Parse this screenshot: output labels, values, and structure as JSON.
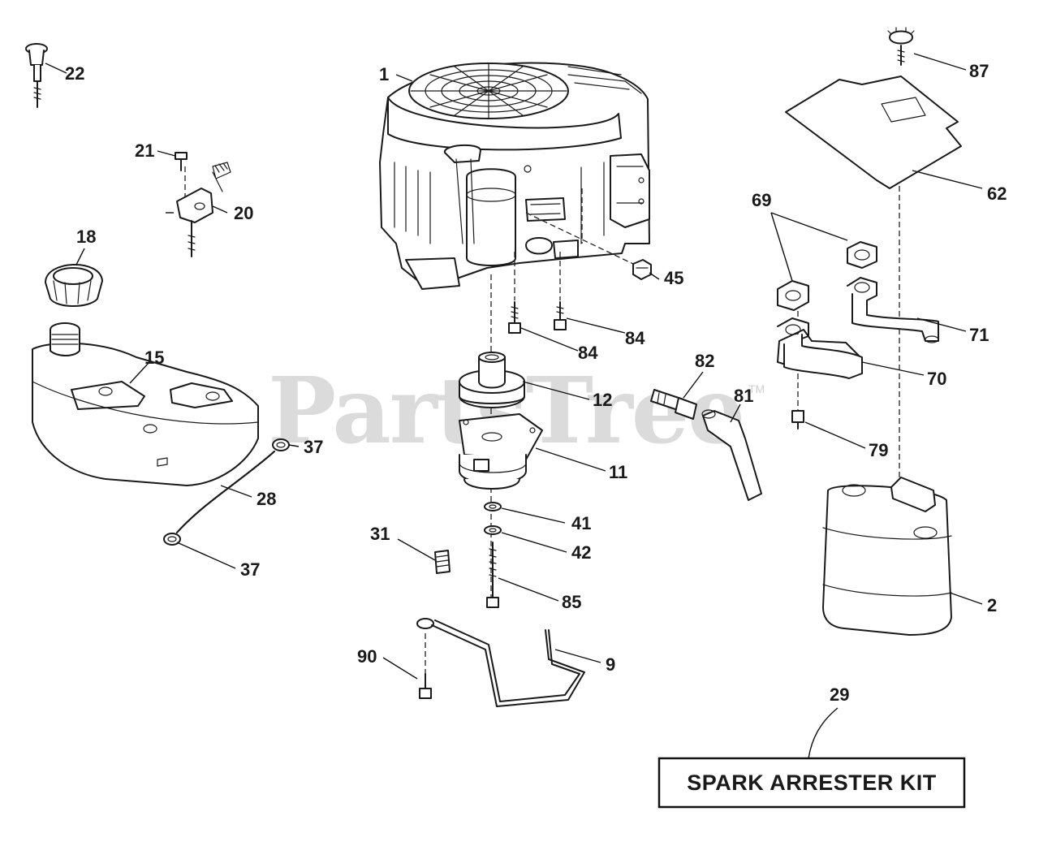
{
  "watermark": {
    "text": "PartsTree",
    "trademark": "TM"
  },
  "kit_label": "SPARK ARRESTER KIT",
  "callouts": [
    "1",
    "2",
    "9",
    "11",
    "12",
    "15",
    "18",
    "20",
    "21",
    "22",
    "28",
    "29",
    "31",
    "37",
    "37",
    "41",
    "42",
    "45",
    "62",
    "69",
    "70",
    "71",
    "79",
    "81",
    "82",
    "84",
    "84",
    "85",
    "87",
    "90"
  ],
  "colors": {
    "line": "#1a1a1a",
    "watermark": "#cfcfcf",
    "background": "#ffffff"
  }
}
